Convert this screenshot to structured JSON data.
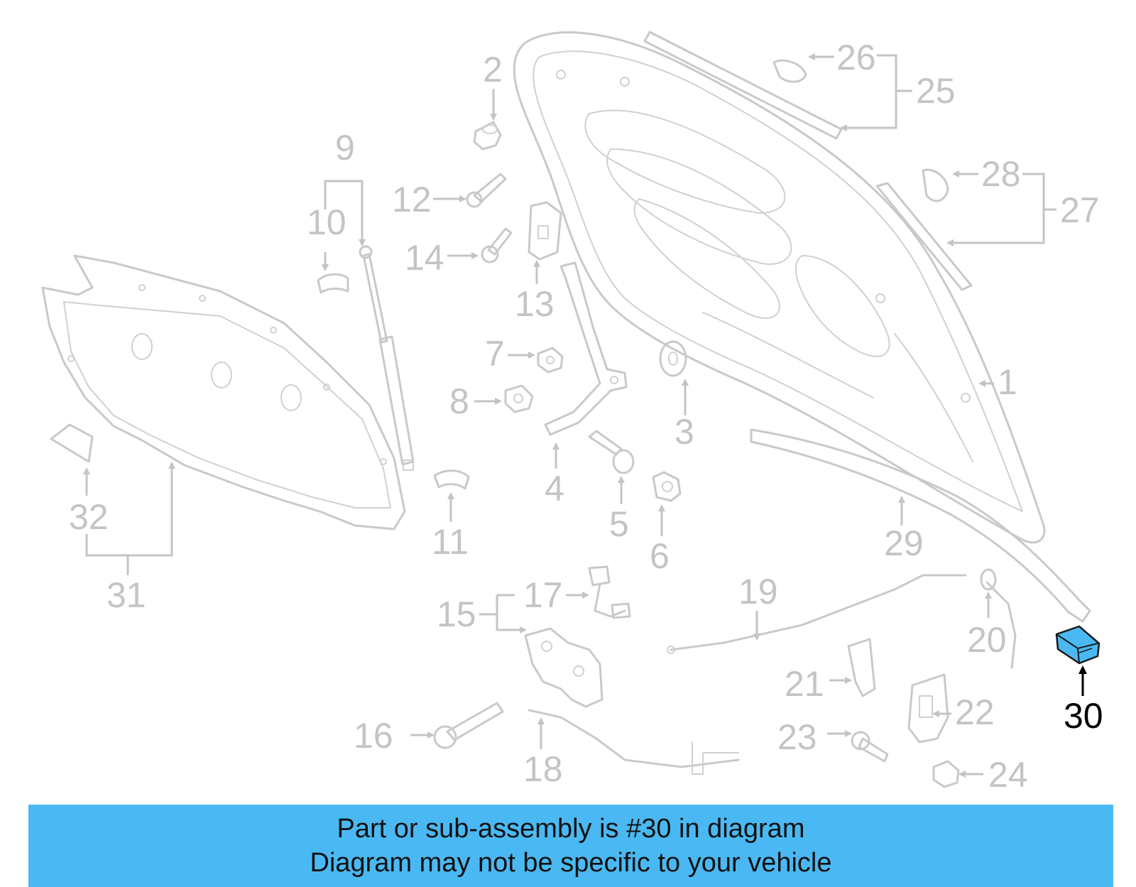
{
  "highlight_color": "#4ab9f3",
  "callouts": {
    "c1": "1",
    "c2": "2",
    "c3": "3",
    "c4": "4",
    "c5": "5",
    "c6": "6",
    "c7": "7",
    "c8": "8",
    "c9": "9",
    "c10": "10",
    "c11": "11",
    "c12": "12",
    "c13": "13",
    "c14": "14",
    "c15": "15",
    "c16": "16",
    "c17": "17",
    "c18": "18",
    "c19": "19",
    "c20": "20",
    "c21": "21",
    "c22": "22",
    "c23": "23",
    "c24": "24",
    "c25": "25",
    "c26": "26",
    "c27": "27",
    "c28": "28",
    "c29": "29",
    "c30": "30",
    "c31": "31",
    "c32": "32"
  },
  "caption": {
    "line1": "Part or sub-assembly is #30 in diagram",
    "line2": "Diagram may not be specific to your vehicle"
  }
}
